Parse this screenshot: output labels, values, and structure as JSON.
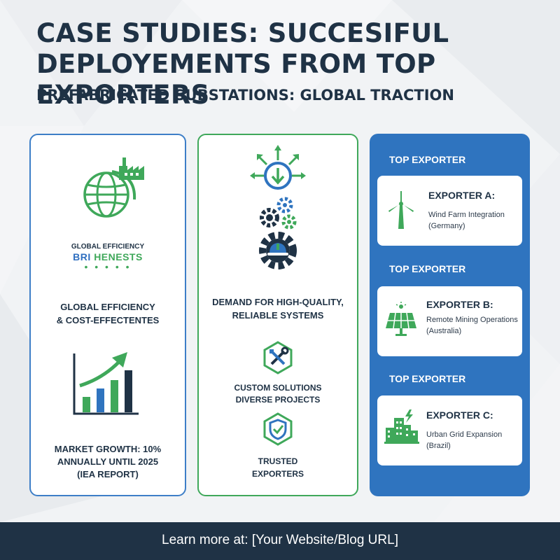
{
  "title_line1": "CASE STUDIES: SUCCESIFUL",
  "title_line2": "DEPLOYEMENTS FROM TOP EXPORTERS",
  "subtitle": "PREFABRICATED SUBSTATIONS: GLOBAL TRACTION",
  "card1": {
    "logo_small": "GLOBAL EFFICIENCY",
    "logo_big_a": "BRI",
    "logo_big_b": "HENESTS",
    "logo_dots": "• • • • •",
    "heading_line1": "GLOBAL EFFICIENCY",
    "heading_line2": "& COST-EFFECTENTES",
    "market_line1": "MARKET GROWTH: 10%",
    "market_line2": "ANNUALLY UNTIL 2025",
    "market_line3": "(IEA REPORT)",
    "icons": [
      "globe-icon",
      "factory-icon",
      "growth-chart-icon"
    ]
  },
  "card2": {
    "heading_line1": "DEMAND FOR HIGH-QUALITY,",
    "heading_line2": "RELIABLE SYSTEMS",
    "custom_line1": "CUSTOM SOLUTIONS",
    "custom_line2": "DIVERSE PROJECTS",
    "trusted_line1": "TRUSTED",
    "trusted_line2": "EXPORTERS",
    "icons": [
      "arrows-expand-icon",
      "gears-icon",
      "worker-helmet-gear-icon",
      "tools-hexagon-icon",
      "shield-check-icon"
    ]
  },
  "exporters": [
    {
      "heading": "TOP EXPORTER",
      "name": "EXPORTER A:",
      "desc_line1": "Wind Farm Integration",
      "desc_line2": "(Germany)",
      "icon": "wind-turbine-icon"
    },
    {
      "heading": "TOP EXPORTER",
      "name": "EXPORTER B:",
      "desc_line1": "Remote Mining Operations",
      "desc_line2": "(Australia)",
      "icon": "solar-panel-icon"
    },
    {
      "heading": "TOP EXPORTER",
      "name": "EXPORTER C:",
      "desc_line1": "Urban Grid Expansion",
      "desc_line2": "(Brazil)",
      "icon": "city-power-icon"
    }
  ],
  "footer": "Learn more at: [Your Website/Blog URL]",
  "colors": {
    "navy": "#1f3245",
    "blue": "#2f74bf",
    "green": "#3fa85a",
    "background": "#f1f3f5"
  }
}
